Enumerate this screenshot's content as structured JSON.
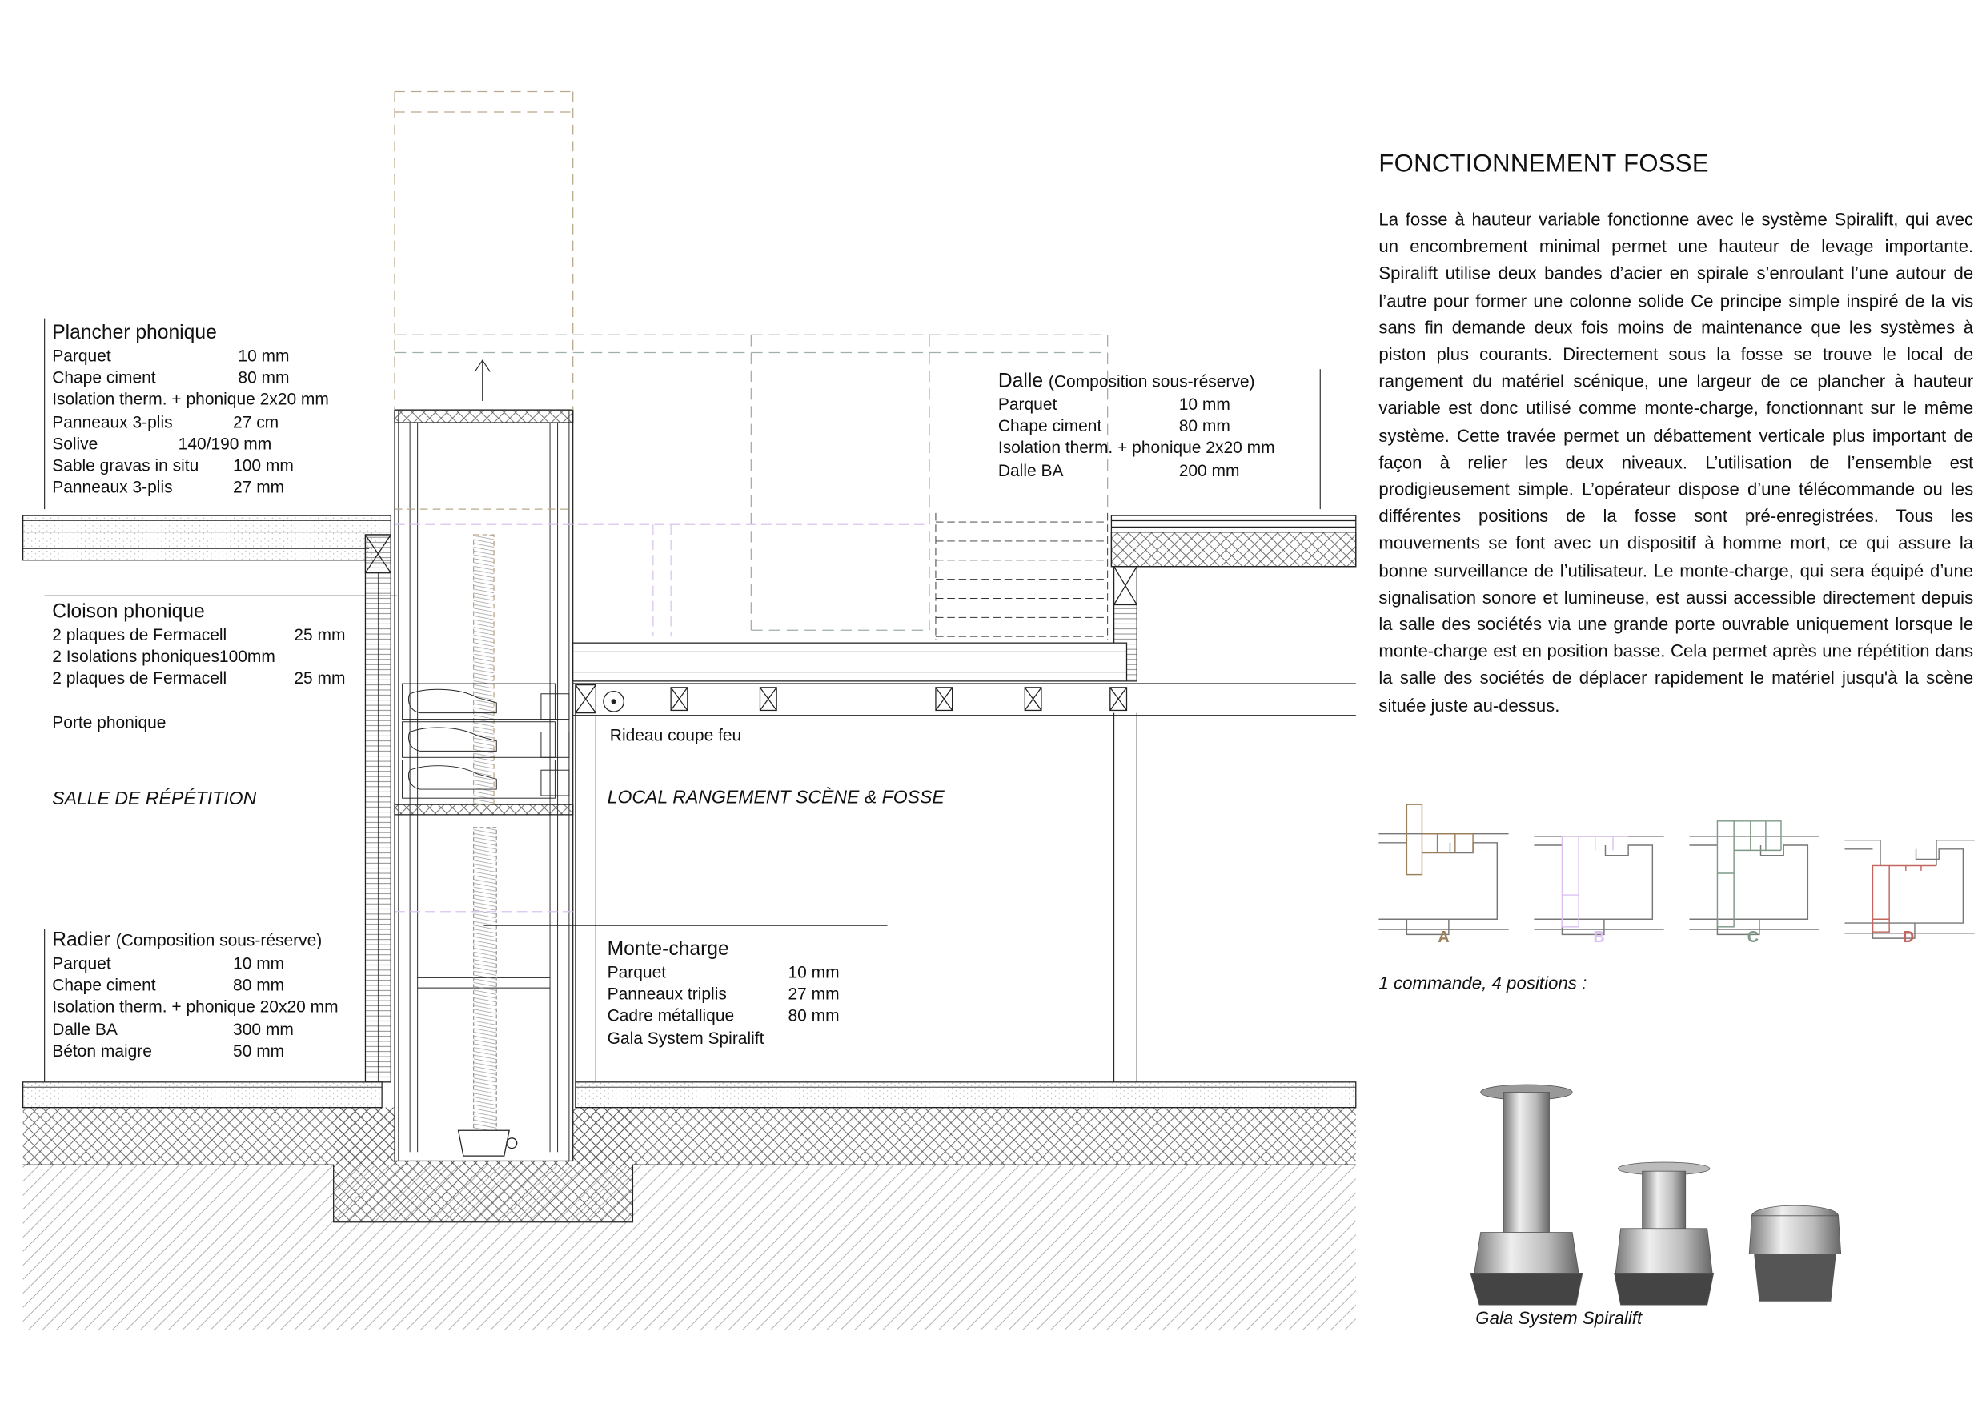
{
  "side_panel": {
    "title": "FONCTIONNEMENT FOSSE",
    "paragraph": "La fosse à hauteur variable fonctionne avec le système Spiralift, qui avec un encombrement minimal permet une hauteur de levage importante. Spiralift utilise deux bandes d’acier en spirale s’enroulant l’une autour de l’autre pour former une colonne solide Ce principe simple inspiré de la vis sans fin demande deux fois moins de maintenance que les systèmes à piston plus courants. Directement sous la fosse se trouve le local de rangement du matériel scénique, une largeur de ce plancher à hauteur variable est donc utilisé comme monte-charge, fonctionnant sur le même système. Cette travée permet un débattement verticale plus important de façon à relier les deux niveaux. L’utilisation de l’ensemble est prodigieusement simple. L’opérateur dispose d’une télécommande ou les différentes positions de la fosse sont pré-enregistrées. Tous les mouvements se font avec un dispositif à homme mort, ce qui assure la bonne surveillance de l’utilisateur. Le monte-charge, qui sera équipé d’une signalisation sonore et lumineuse, est aussi accessible directement depuis la salle des sociétés via une grande porte ouvrable uniquement lorsque le monte-charge est en position basse. Cela permet après une répétition dans la salle des sociétés de déplacer rapidement le matériel jusqu'à la scène située juste au-dessus.",
    "positions": [
      {
        "label": "A",
        "color": "#9b7e5a"
      },
      {
        "label": "B",
        "color": "#dcc0f2"
      },
      {
        "label": "C",
        "color": "#7d9a86"
      },
      {
        "label": "D",
        "color": "#c2665e"
      }
    ],
    "commande_caption": "1 commande, 4 positions :",
    "photo_caption": "Gala System Spiralift"
  },
  "plancher": {
    "title": "Plancher phonique",
    "rows": [
      {
        "label": "Parquet",
        "value": "10 mm"
      },
      {
        "label": "Chape ciment",
        "value": "80 mm"
      },
      {
        "label": "Isolation therm. + phonique 2x20 mm",
        "value": ""
      },
      {
        "label": "Panneaux 3-plis",
        "value": "27 cm"
      },
      {
        "label": "Solive",
        "value": "140/190 mm"
      },
      {
        "label": "Sable gravas in situ",
        "value": "100 mm"
      },
      {
        "label": "Panneaux 3-plis",
        "value": "27 mm"
      }
    ]
  },
  "dalle": {
    "title": "Dalle",
    "note": "(Composition sous-réserve)",
    "rows": [
      {
        "label": "Parquet",
        "value": "10 mm"
      },
      {
        "label": "Chape ciment",
        "value": "80 mm"
      },
      {
        "label": "Isolation therm. + phonique 2x20 mm",
        "value": ""
      },
      {
        "label": "Dalle BA",
        "value": "200 mm"
      }
    ]
  },
  "cloison": {
    "title": "Cloison phonique",
    "rows": [
      {
        "label": "2 plaques de Fermacell",
        "value": "25 mm"
      },
      {
        "label": "2 Isolations phoniques100mm",
        "value": ""
      },
      {
        "label": "2 plaques de Fermacell",
        "value": "25 mm"
      }
    ],
    "porte": "Porte phonique"
  },
  "radier": {
    "title": "Radier",
    "note": "(Composition sous-réserve)",
    "rows": [
      {
        "label": "Parquet",
        "value": "10 mm"
      },
      {
        "label": "Chape ciment",
        "value": "80 mm"
      },
      {
        "label": "Isolation therm. + phonique 20x20 mm",
        "value": ""
      },
      {
        "label": "Dalle BA",
        "value": "300 mm"
      },
      {
        "label": "Béton maigre",
        "value": "50 mm"
      }
    ]
  },
  "monte_charge": {
    "title": "Monte-charge",
    "rows": [
      {
        "label": "Parquet",
        "value": "10 mm"
      },
      {
        "label": "Panneaux triplis",
        "value": "27 mm"
      },
      {
        "label": "Cadre métallique",
        "value": "80 mm"
      },
      {
        "label": "Gala System Spiralift",
        "value": ""
      }
    ]
  },
  "rooms": {
    "salle": "SALLE DE RÉPÉTITION",
    "local": "LOCAL RANGEMENT SCÈNE & FOSSE",
    "rideau": "Rideau coupe feu"
  }
}
